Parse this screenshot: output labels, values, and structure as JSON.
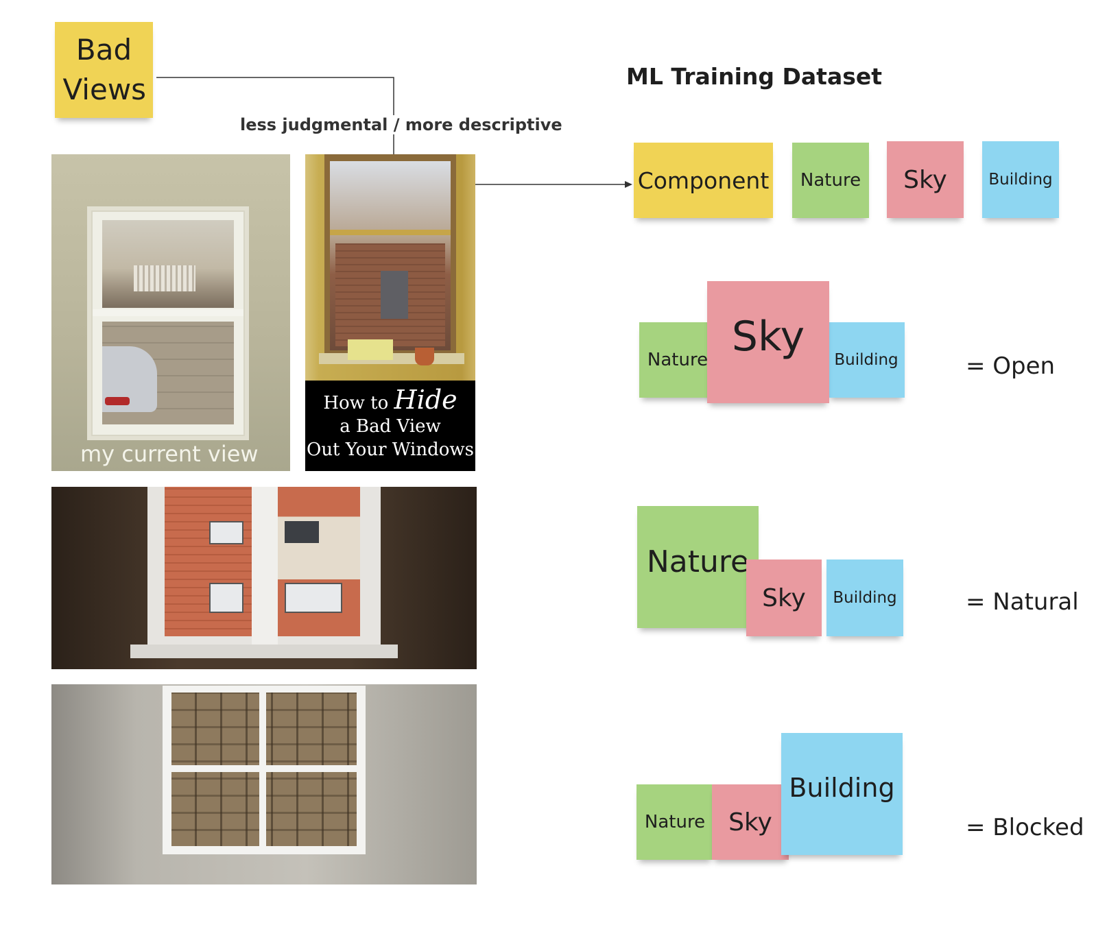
{
  "notes": {
    "bad_views": "Bad Views",
    "component": "Component",
    "nature": "Nature",
    "sky": "Sky",
    "building": "Building"
  },
  "connector": {
    "label": "less judgmental / more descriptive"
  },
  "dataset": {
    "title": "ML Training Dataset"
  },
  "results": {
    "open": "= Open",
    "natural": "= Natural",
    "blocked": "= Blocked"
  },
  "photos": {
    "current_caption": "my current view",
    "hide_line1_a": "How to",
    "hide_line1_b": "Hide",
    "hide_line2": "a Bad View",
    "hide_line3": "Out Your Windows"
  },
  "colors": {
    "yellow": "#f0d355",
    "green": "#a6d37f",
    "pink": "#e99aa0",
    "blue": "#8ed6f1"
  }
}
